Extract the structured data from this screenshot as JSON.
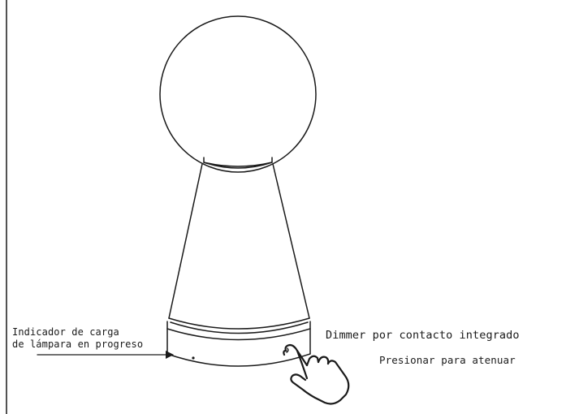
{
  "annotations": {
    "charge_indicator": {
      "line1": "Indicador de carga",
      "line2": "de lámpara en progreso"
    },
    "dimmer": {
      "title": "Dimmer por contacto integrado",
      "subtitle": "Presionar para atenuar"
    }
  },
  "icons": [
    "pointing-hand-icon",
    "arrow-icon",
    "led-dot-icon"
  ],
  "colors": {
    "stroke": "#1a1a1a",
    "background": "#ffffff"
  }
}
